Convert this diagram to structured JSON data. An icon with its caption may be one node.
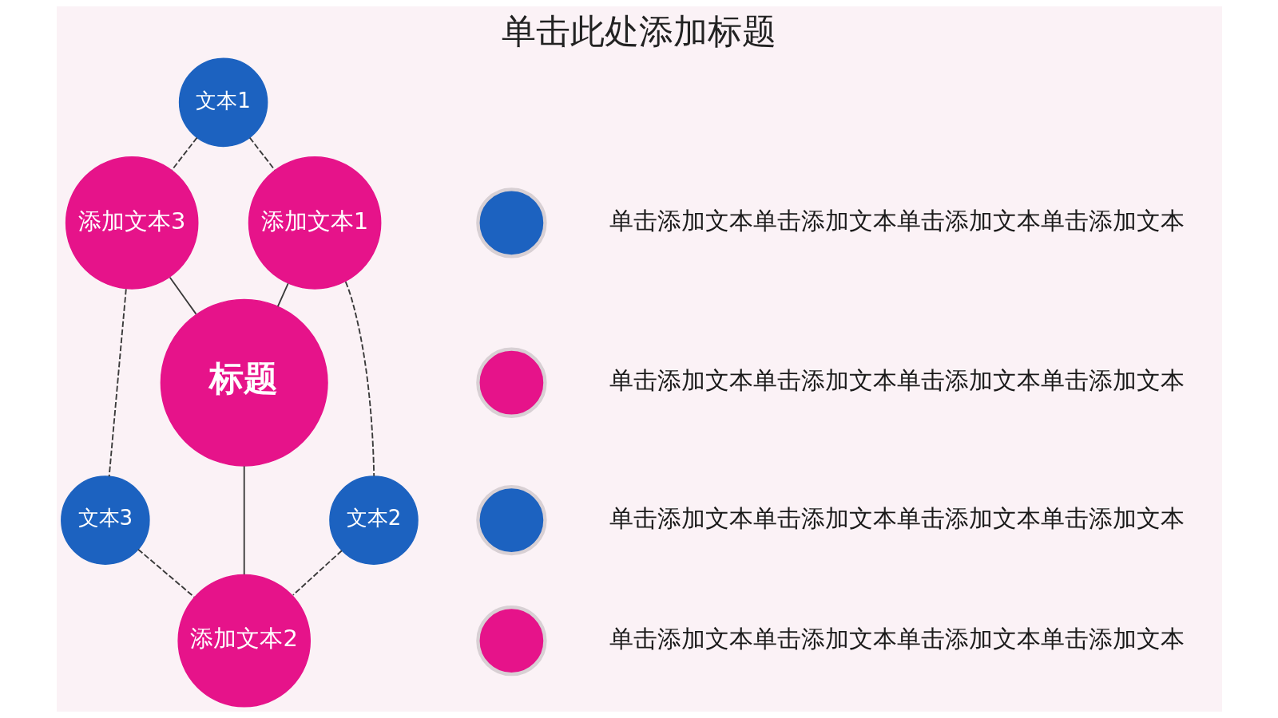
{
  "diagram": {
    "title": "单击此处添加标题",
    "nodes": [
      {
        "text": [
          "标题"
        ]
      },
      {
        "text": [
          "文本1"
        ]
      },
      {
        "text": [
          "添加文本1"
        ]
      },
      {
        "text": [
          "文本2"
        ]
      },
      {
        "text": [
          "添加文本2"
        ]
      },
      {
        "text": [
          "文本3"
        ]
      },
      {
        "text": [
          "添加文本3"
        ]
      },
      {
        "text": [],
        "shape": "circle",
        "beside": [
          "单击添加文本单击添加文本单击添加文本单击添加文本"
        ]
      },
      {
        "text": [],
        "shape": "circle",
        "beside": [
          "单击添加文本单击添加文本单击添加文本单击添加文本"
        ]
      },
      {
        "text": [],
        "shape": "circle",
        "beside": [
          "单击添加文本单击添加文本单击添加文本单击添加文本"
        ]
      },
      {
        "text": [],
        "shape": "circle",
        "beside": [
          "单击添加文本单击添加文本单击添加文本单击添加文本"
        ]
      }
    ],
    "edges": [
      {
        "from": 1,
        "to": 6,
        "arrow": "none",
        "style": "dashed"
      },
      {
        "from": 1,
        "to": 2,
        "arrow": "none",
        "style": "dashed"
      },
      {
        "from": 2,
        "to": 3,
        "arrow": "none",
        "style": "dashed"
      },
      {
        "from": 3,
        "to": 4,
        "arrow": "none",
        "style": "dashed"
      },
      {
        "from": 5,
        "to": 4,
        "arrow": "none",
        "style": "dashed"
      },
      {
        "from": 6,
        "to": 5,
        "arrow": "none",
        "style": "dashed"
      },
      {
        "from": 6,
        "to": 0,
        "arrow": "none"
      },
      {
        "from": 2,
        "to": 0,
        "arrow": "none"
      },
      {
        "from": 0,
        "to": 4,
        "arrow": "none"
      }
    ]
  }
}
